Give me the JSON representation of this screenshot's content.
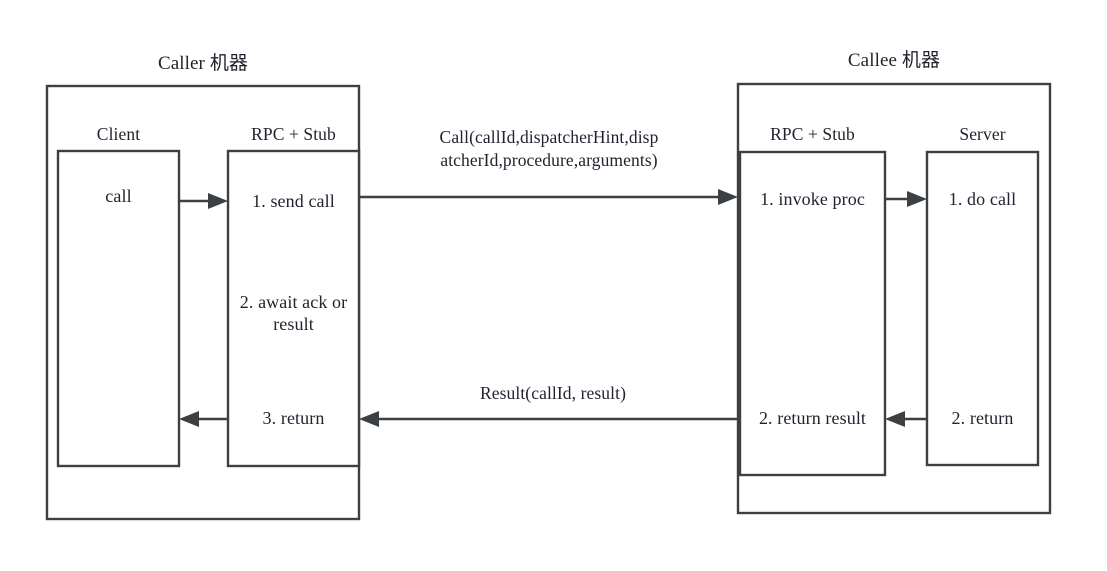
{
  "diagram": {
    "title_caller": "Caller 机器",
    "title_callee": "Callee 机器",
    "caller": {
      "client_label": "Client",
      "client_step": "call",
      "rpc_label": "RPC + Stub",
      "rpc_step_1": "1. send call",
      "rpc_step_2": "2. await ack or\nresult",
      "rpc_step_3": "3. return"
    },
    "callee": {
      "rpc_label": "RPC + Stub",
      "rpc_step_1": "1. invoke proc",
      "rpc_step_2": "2. return result",
      "server_label": "Server",
      "server_step_1": "1. do call",
      "server_step_2": "2. return"
    },
    "messages": {
      "request": "Call(callId,dispatcherHint,disp\natcherId,procedure,arguments)",
      "response": "Result(callId, result)"
    },
    "colors": {
      "stroke": "#3c4043",
      "text": "#20242e",
      "background": "#ffffff"
    }
  }
}
